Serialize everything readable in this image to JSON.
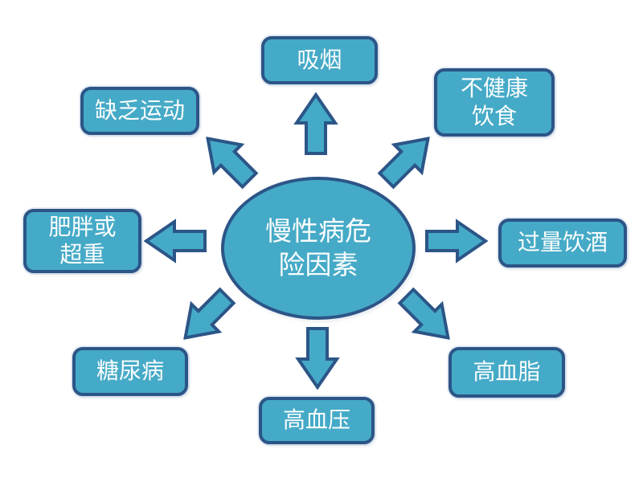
{
  "center": {
    "label": "慢性病危\n险因素"
  },
  "factors": [
    {
      "id": "smoking",
      "label": "吸烟",
      "direction": "top"
    },
    {
      "id": "unhealthy-diet",
      "label": "不健康\n饮食",
      "direction": "top-right"
    },
    {
      "id": "excessive-drinking",
      "label": "过量饮酒",
      "direction": "right"
    },
    {
      "id": "high-blood-lipids",
      "label": "高血脂",
      "direction": "bottom-right"
    },
    {
      "id": "hypertension",
      "label": "高血压",
      "direction": "bottom"
    },
    {
      "id": "diabetes",
      "label": "糖尿病",
      "direction": "bottom-left"
    },
    {
      "id": "obesity-overweight",
      "label": "肥胖或\n超重",
      "direction": "left"
    },
    {
      "id": "lack-of-exercise",
      "label": "缺乏运动",
      "direction": "top-left"
    }
  ],
  "colors": {
    "fill": "#45AAC7",
    "border": "#2C5587",
    "text": "#FBFDFE",
    "bg": "#FFFFFF"
  }
}
